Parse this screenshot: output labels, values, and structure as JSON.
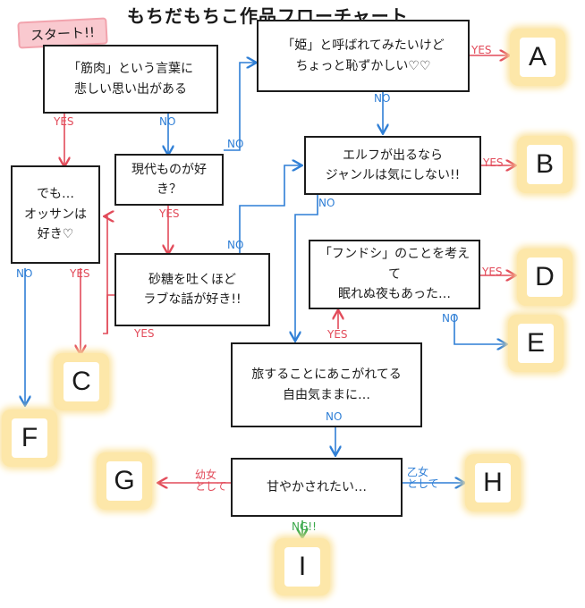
{
  "title": "もちだもちこ作品フローチャート",
  "start_label": "スタート!!",
  "questions": {
    "q1": "「筋肉」という言葉に\n悲しい思い出がある",
    "q2": "現代ものが好き？",
    "q3": "でも…\nオッサンは\n好き♡",
    "q4": "砂糖を吐くほど\nラブな話が好き!!",
    "q5": "「姫」と呼ばれてみたいけど\nちょっと恥ずかしい♡♡",
    "q6": "エルフが出るなら\nジャンルは気にしない!!",
    "q7": "「フンドシ」のことを考えて\n眠れぬ夜もあった…",
    "q8": "旅することにあこがれてる\n自由気ままに…",
    "q9": "甘やかされたい…"
  },
  "results": {
    "a": "A",
    "b": "B",
    "c": "C",
    "d": "D",
    "e": "E",
    "f": "F",
    "g": "G",
    "h": "H",
    "i": "I"
  },
  "labels": {
    "yes": "YES",
    "no": "NO",
    "ng": "NG!!",
    "as_child": "幼女\nとして",
    "as_maiden": "乙女\nとして"
  },
  "colors": {
    "yes": "#e24b5a",
    "no": "#2f7fd6",
    "ng": "#3aa84a",
    "result_glow": "#fde7a9",
    "start_bg": "#f9c9cf"
  }
}
